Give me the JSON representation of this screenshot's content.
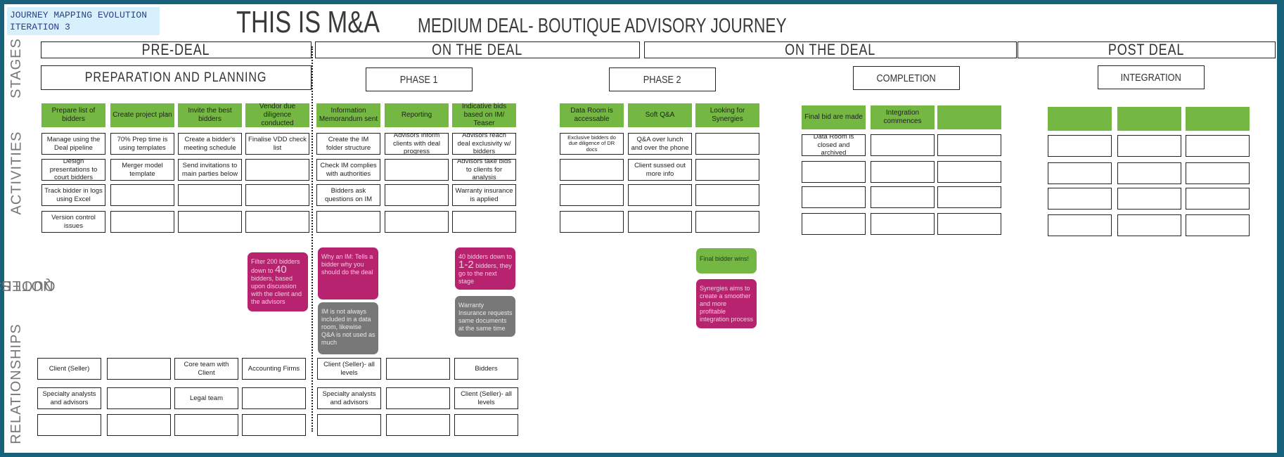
{
  "header": {
    "iteration_line1": "JOURNEY MAPPING EVOLUTION",
    "iteration_line2": "ITERATION 3",
    "title": "THIS IS M&A",
    "subtitle": "MEDIUM DEAL- BOUTIQUE ADVISORY JOURNEY"
  },
  "row_labels": {
    "stages": "STAGES",
    "activities": "ACTIVITIES",
    "notes_line1": "NOTES AND",
    "notes_line2": "QUOTES",
    "relationships": "RELATIONSHIPS"
  },
  "stages": [
    "PRE-DEAL",
    "ON THE DEAL",
    "ON THE DEAL",
    "POST DEAL"
  ],
  "phases": [
    "PREPARATION AND PLANNING",
    "PHASE 1",
    "PHASE 2",
    "COMPLETION",
    "INTEGRATION"
  ],
  "activities": {
    "headers": [
      "Prepare list of bidders",
      "Create project plan",
      "Invite the best bidders",
      "Vendor due diligence conducted",
      "Information Memorandum sent",
      "Reporting",
      "Indicative bids based on IM/ Teaser",
      "Data Room is accessable",
      "Soft Q&A",
      "Looking for Synergies",
      "Final bid are made",
      "Integration commences",
      "",
      "",
      "",
      ""
    ],
    "cells": [
      [
        "Manage using the Deal pipeline",
        "Design presentations to court bidders",
        "Track bidder in logs using Excel",
        "Version control issues"
      ],
      [
        "70% Prep time is using templates",
        "Merger model template",
        "",
        ""
      ],
      [
        "Create a bidder's meeting schedule",
        "Send invitations to main parties below",
        "",
        ""
      ],
      [
        "Finalise VDD check list",
        "",
        "",
        ""
      ],
      [
        "Create the IM folder structure",
        "Check IM complies with authorities",
        "Bidders ask questions on IM",
        ""
      ],
      [
        "Advisors inform clients with deal progress",
        "",
        "",
        ""
      ],
      [
        "Advisors reach deal exclusivity w/ bidders",
        "Advisors take bids to clients for analysis",
        "Warranty insurance is applied",
        ""
      ],
      [
        "Exclusive bidders do due diligence of DR docs",
        "",
        "",
        ""
      ],
      [
        "Q&A over lunch and over the phone",
        "Client sussed out more info",
        "",
        ""
      ],
      [
        "",
        "",
        "",
        ""
      ],
      [
        "Data Room is closed and archived",
        "",
        "",
        ""
      ],
      [
        "",
        "",
        "",
        ""
      ],
      [
        "",
        "",
        "",
        ""
      ],
      [
        "",
        "",
        "",
        ""
      ],
      [
        "",
        "",
        "",
        ""
      ],
      [
        "",
        "",
        "",
        ""
      ]
    ]
  },
  "notes": {
    "filter": {
      "pre": "Filter 200 bidders down to ",
      "num": "40",
      "post": " bidders, based upon discussion with the client and the advisors"
    },
    "why_im": "Why an IM: Tells a bidder why you should do the deal",
    "im_not": "IM is not always included in a data room, likewise Q&A is not used as much",
    "forty": {
      "pre": "40 bidders down to ",
      "num": "1-2",
      "post": " bidders, they go to the next stage"
    },
    "warranty": "Warranty Insurance requests same documents at the same time",
    "winner": "Final bidder wins!",
    "synergies": "Synergies aims to create a smoother and more profitable integration process"
  },
  "relationships": [
    [
      "Client (Seller)",
      "Specialty analysts and advisors",
      ""
    ],
    [
      "",
      "",
      ""
    ],
    [
      "Core team with Client",
      "Legal team",
      ""
    ],
    [
      "Accounting Firms",
      "",
      ""
    ],
    [
      "Client (Seller)- all levels",
      "Specialty analysts and advisors",
      ""
    ],
    [
      "",
      "",
      ""
    ],
    [
      "Bidders",
      "Client (Seller)- all levels",
      ""
    ]
  ],
  "colors": {
    "activity_header": "#74b843",
    "note_magenta": "#b82370",
    "note_gray": "#787878",
    "frame": "#17617a"
  }
}
